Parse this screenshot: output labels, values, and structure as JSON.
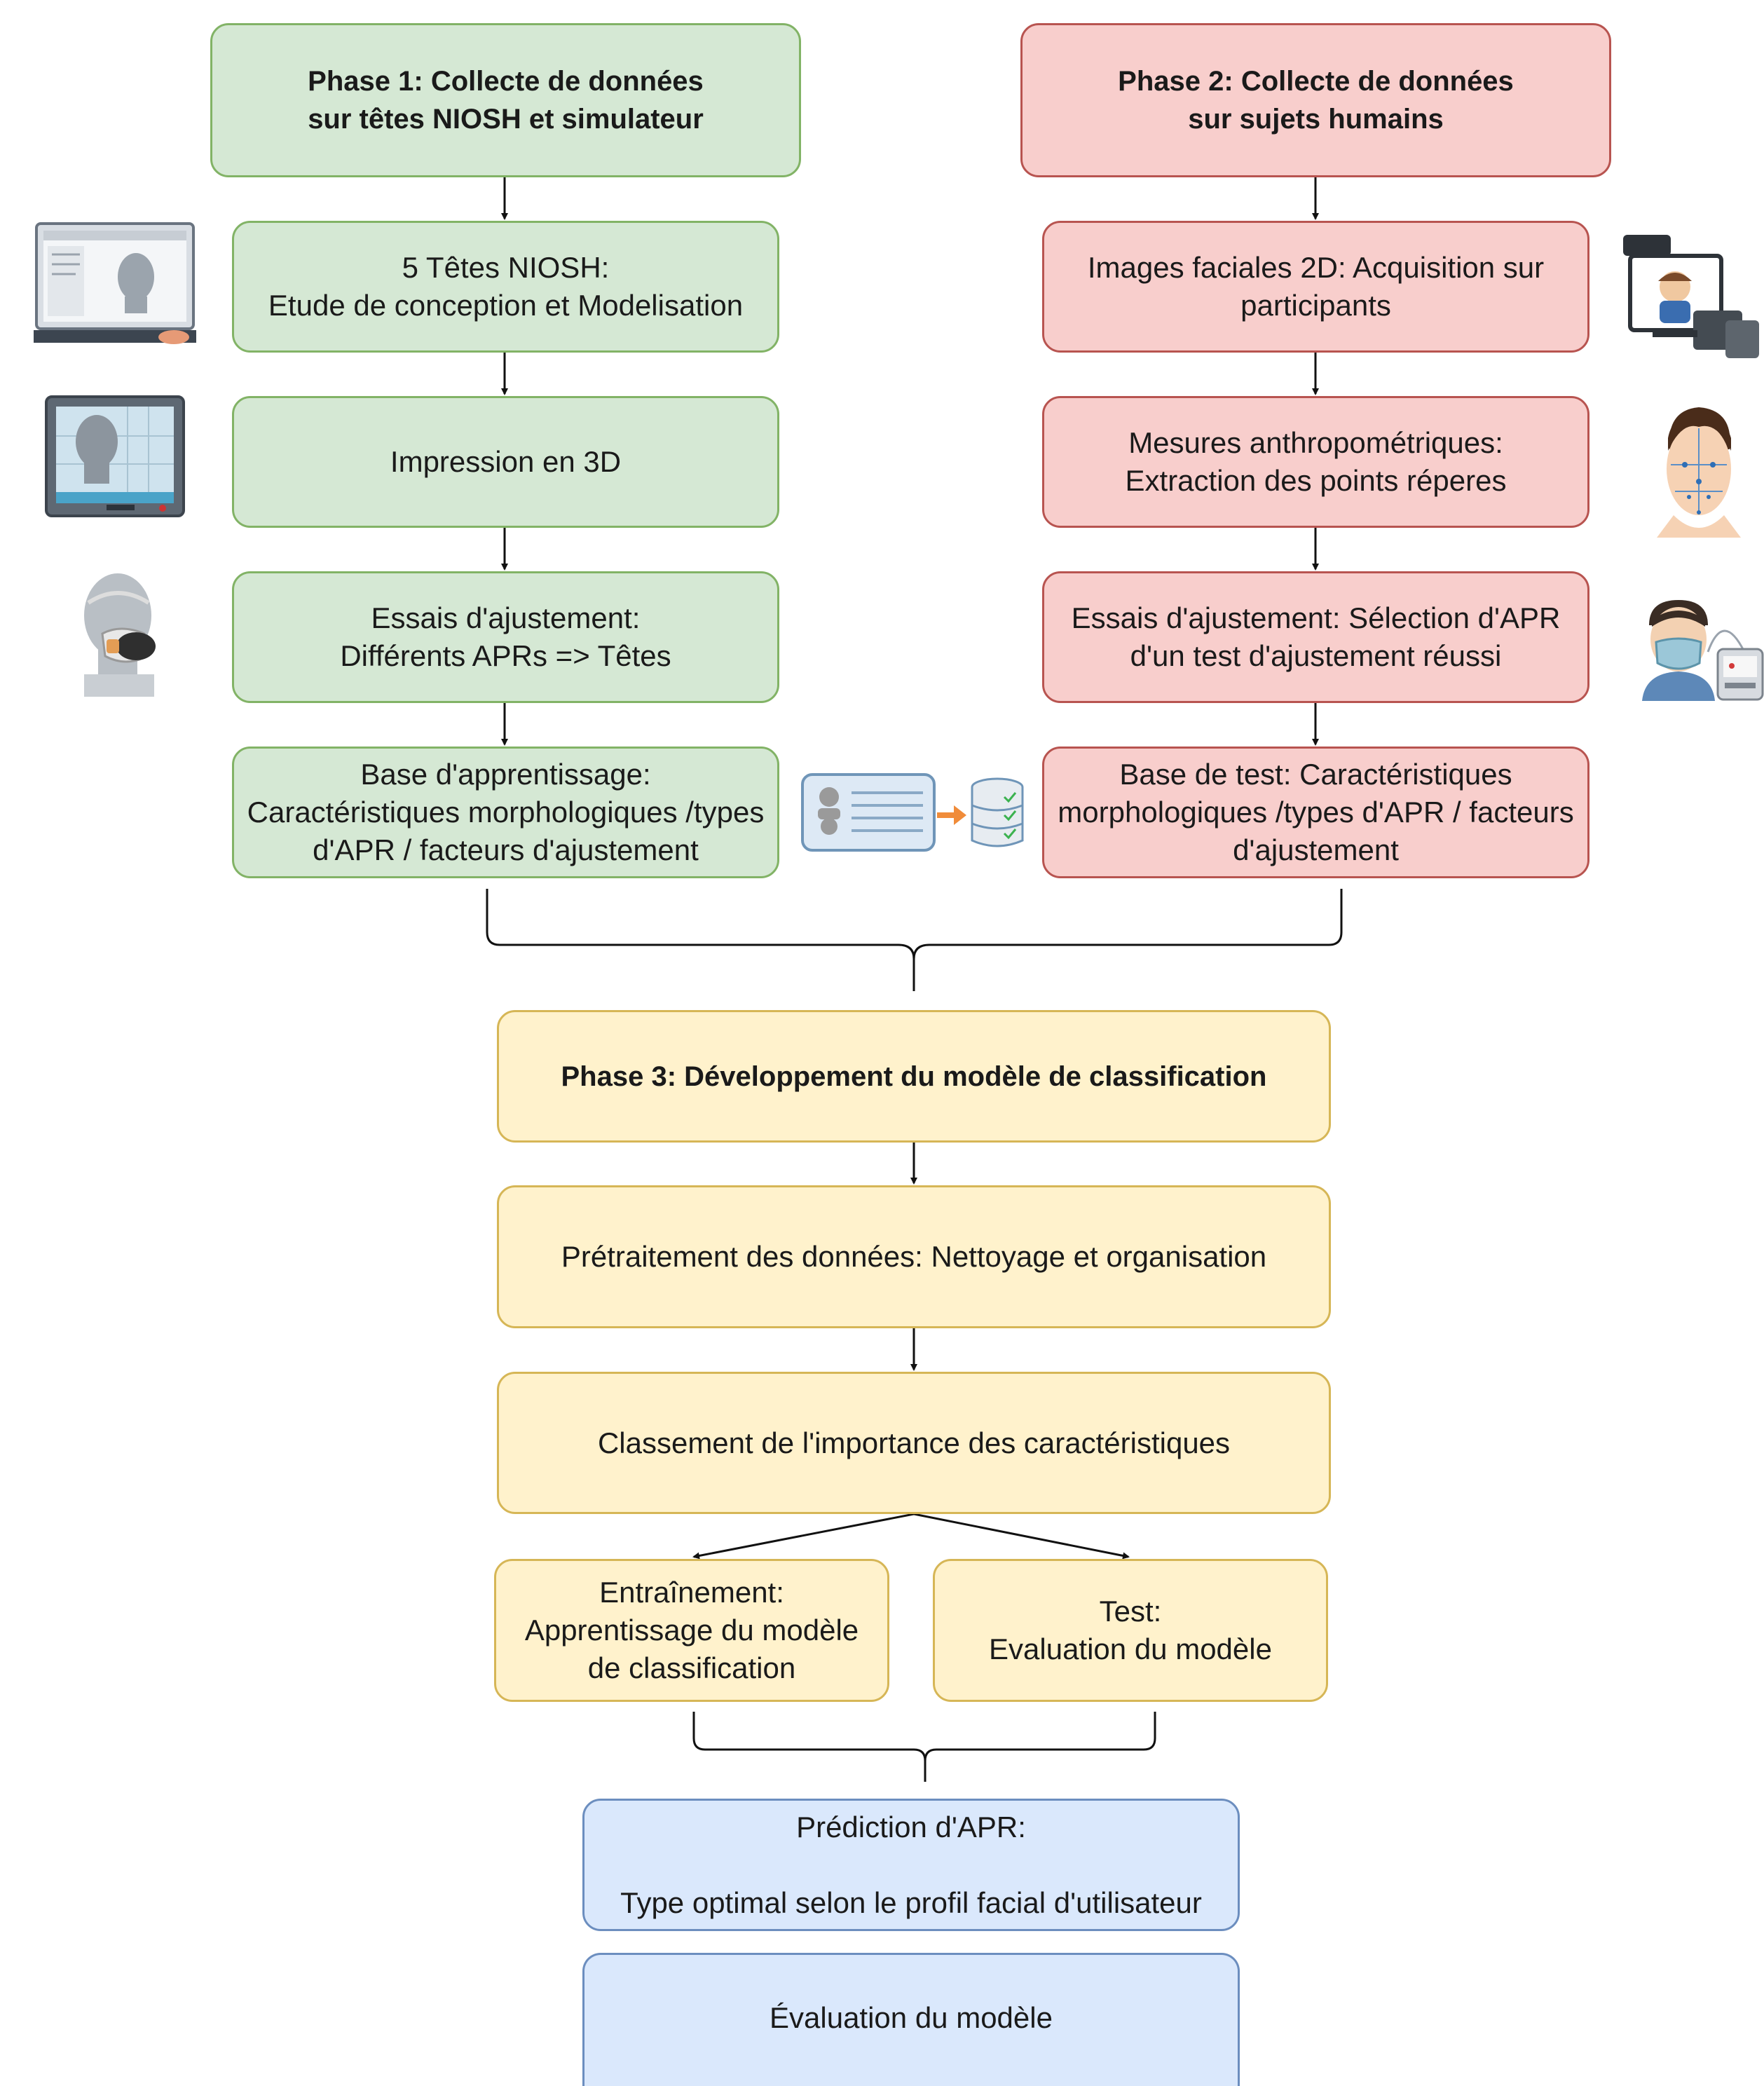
{
  "phase1": {
    "title": "Phase 1: Collecte de données\nsur têtes NIOSH et simulateur",
    "steps": [
      "5 Têtes NIOSH:\nEtude de conception et Modelisation",
      "Impression en 3D",
      "Essais d'ajustement:\nDifférents APRs => Têtes",
      "Base d'apprentissage:\nCaractéristiques morphologiques /types\nd'APR / facteurs d'ajustement"
    ]
  },
  "phase2": {
    "title": "Phase 2: Collecte de données\nsur sujets humains",
    "steps": [
      "Images faciales 2D: Acquisition sur\nparticipants",
      "Mesures anthropométriques:\nExtraction des points réperes",
      "Essais d'ajustement: Sélection d'APR\nd'un test d'ajustement réussi",
      "Base de test: Caractéristiques\nmorphologiques /types d'APR / facteurs\nd'ajustement"
    ]
  },
  "phase3": {
    "title": "Phase 3: Développement du modèle de classification",
    "steps": [
      "Prétraitement des données: Nettoyage et organisation",
      "Classement de l'importance des caractéristiques"
    ],
    "training": "Entraînement:\nApprentissage du modèle\nde classification",
    "test": "Test:\nEvaluation du modèle"
  },
  "outputs": {
    "prediction": "Prédiction d'APR:\n\nType optimal selon le profil facial d'utilisateur",
    "evaluation": "Évaluation du modèle"
  },
  "colors": {
    "green_fill": "#d5e8d4",
    "green_border": "#82b366",
    "red_fill": "#f8cecc",
    "red_border": "#b85450",
    "yellow_fill": "#fff2cc",
    "yellow_border": "#d6b656",
    "blue_fill": "#dae8fc",
    "blue_border": "#6c8ebf"
  },
  "illustrations": [
    "cad-workstation-head-icon",
    "3d-printer-head-icon",
    "mannequin-head-respirator-icon",
    "database-transfer-icon",
    "camera-capture-person-icon",
    "face-landmarks-icon",
    "person-mask-fit-tester-icon"
  ]
}
